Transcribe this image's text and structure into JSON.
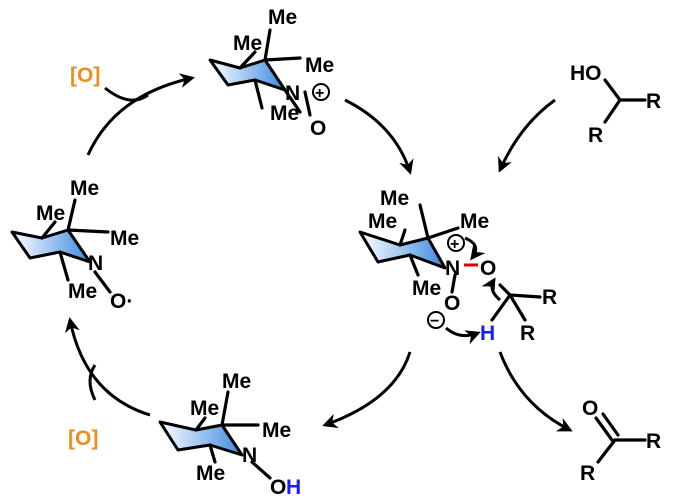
{
  "colors": {
    "oxidant": "#f08c1e",
    "hydrogen": "#1a1aff",
    "cleaved_bond": "#e00000",
    "ring_fill": "#5a9fe8"
  },
  "oxidant_label": "[O]",
  "oxoammonium": {
    "methyls": [
      "Me",
      "Me",
      "Me",
      "Me"
    ],
    "nitrogen": "N",
    "charge": "+",
    "oxygen": "O"
  },
  "nitroxyl": {
    "methyls": [
      "Me",
      "Me",
      "Me",
      "Me"
    ],
    "nitrogen": "N",
    "oxygen": "O·"
  },
  "adduct": {
    "methyls": [
      "Me",
      "Me",
      "Me",
      "Me"
    ],
    "nitrogen": "N",
    "charge_pos": "+",
    "charge_neg": "−",
    "oxygen_1": "O",
    "oxygen_2": "O",
    "hydrogen": "H",
    "substituents": [
      "R",
      "R"
    ]
  },
  "hydroxylamine": {
    "methyls": [
      "Me",
      "Me",
      "Me",
      "Me"
    ],
    "nitrogen": "N",
    "oxygen": "O",
    "hydrogen": "H"
  },
  "alcohol": {
    "hydroxyl": "HO",
    "substituents": [
      "R",
      "R"
    ]
  },
  "ketone": {
    "oxygen": "O",
    "substituents": [
      "R",
      "R"
    ]
  }
}
